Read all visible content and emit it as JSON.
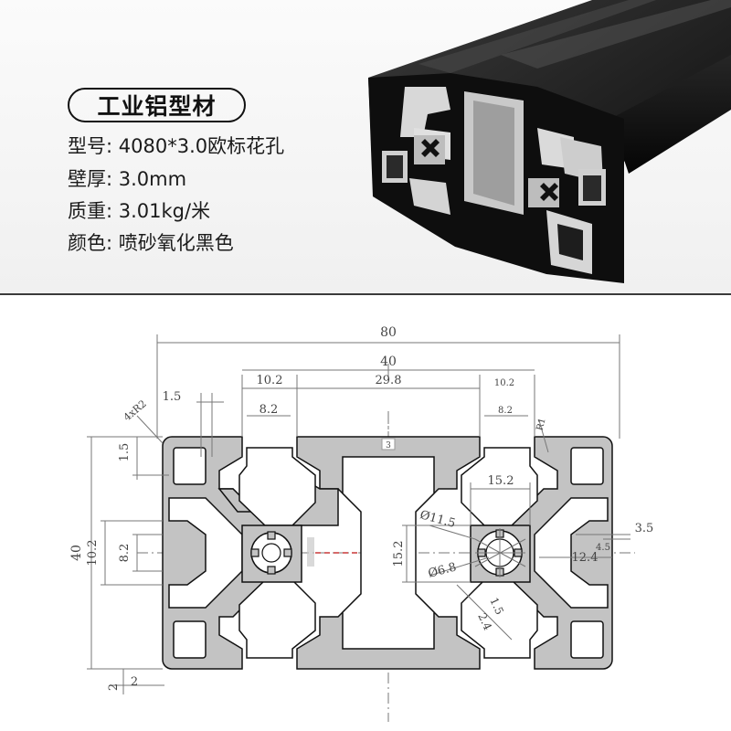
{
  "product": {
    "title": "工业铝型材",
    "specs": [
      {
        "label": "型号",
        "value": "4080*3.0欧标花孔"
      },
      {
        "label": "壁厚",
        "value": "3.0mm"
      },
      {
        "label": "质重",
        "value": "3.01kg/米"
      },
      {
        "label": "颜色",
        "value": "喷砂氧化黑色"
      }
    ]
  },
  "colors": {
    "profile_fill": "#c3c3c3",
    "profile_black": "#161616",
    "dimension_line": "#777777",
    "dimension_text": "#444444",
    "center_mark": "#d66a6a"
  },
  "dimensions": {
    "overall_width": "80",
    "half_width": "40",
    "slot_pitch_left": "10.2",
    "center_span": "29.8",
    "slot_pitch_right": "10.2",
    "top_gap": "1.5",
    "corner_radius": "4xR2",
    "slot_width_left": "8.2",
    "slot_width_right": "8.2",
    "inner_radius": "R1",
    "top_inset": "1.5",
    "center_mark": "3",
    "height": "40",
    "side_slot_pitch": "10.2",
    "side_slot_width": "8.2",
    "core_width": "15.2",
    "core_height": "15.2",
    "hole_outer": "Ø11.5",
    "hole_inner": "Ø6.8",
    "lip_height": "3.5",
    "lip_small": "4.5",
    "slot_depth": "12.4",
    "rib_1": "1.5",
    "rib_2": "2.4",
    "foot_h": "2",
    "foot_w": "2"
  }
}
